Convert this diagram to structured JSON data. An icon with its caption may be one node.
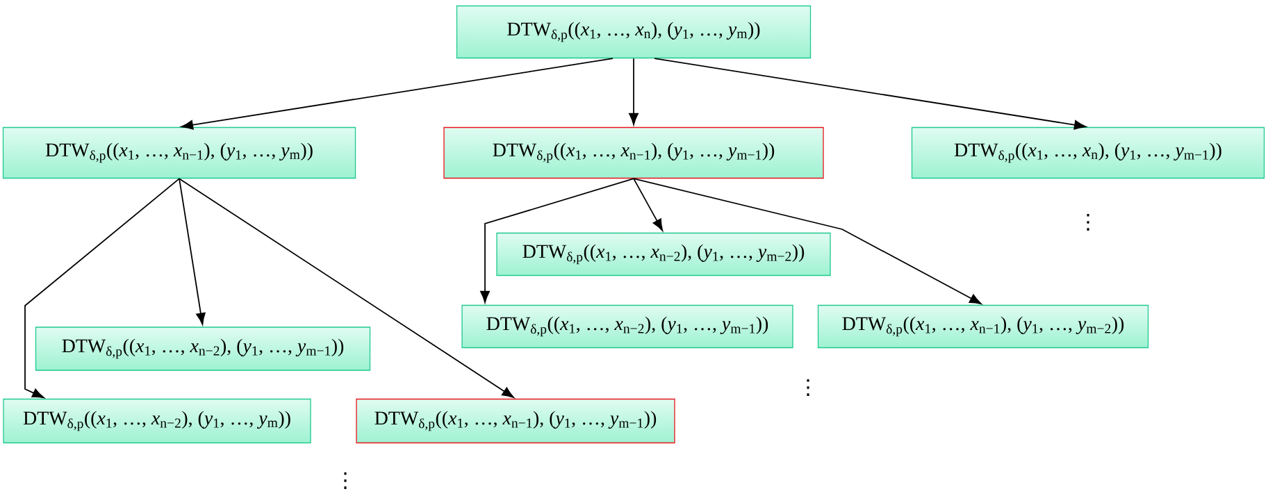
{
  "diagram": {
    "nodes": [
      {
        "text": [
          "DTW$_{δ,p}$((*x*$_{1}$, …, *x*$_{n}$), (*y*$_{1}$, …, *y*$_{m}$))"
        ]
      },
      {
        "text": [
          "DTW$_{δ,p}$((*x*$_{1}$, …, *x*$_{n−1}$), (*y*$_{1}$, …, *y*$_{m}$))"
        ]
      },
      {
        "text": [
          "DTW$_{δ,p}$((*x*$_{1}$, …, *x*$_{n−1}$), (*y*$_{1}$, …, *y*$_{m−1}$))"
        ]
      },
      {
        "text": [
          "DTW$_{δ,p}$((*x*$_{1}$, …, *x*$_{n}$), (*y*$_{1}$, …, *y*$_{m−1}$))"
        ]
      },
      {
        "text": [
          "DTW$_{δ,p}$((*x*$_{1}$, …, *x*$_{n−2}$), (*y*$_{1}$, …, *y*$_{m−2}$))"
        ]
      },
      {
        "text": [
          "DTW$_{δ,p}$((*x*$_{1}$, …, *x*$_{n−2}$), (*y*$_{1}$, …, *y*$_{m−1}$))"
        ]
      },
      {
        "text": [
          "DTW$_{δ,p}$((*x*$_{1}$, …, *x*$_{n−2}$), (*y*$_{1}$, …, *y*$_{m}$))"
        ]
      },
      {
        "text": [
          "DTW$_{δ,p}$((*x*$_{1}$, …, *x*$_{n−1}$), (*y*$_{1}$, …, *y*$_{m−1}$))"
        ]
      },
      {
        "text": [
          "DTW$_{δ,p}$((*x*$_{1}$, …, *x*$_{n−2}$), (*y*$_{1}$, …, *y*$_{m−1}$))"
        ]
      },
      {
        "text": [
          "DTW$_{δ,p}$((*x*$_{1}$, …, *x*$_{n−1}$), (*y*$_{1}$, …, *y*$_{m−2}$))"
        ]
      }
    ],
    "edges": [
      {
        "from": 0,
        "to": 1,
        "arrow": "to"
      },
      {
        "from": 0,
        "to": 2,
        "arrow": "to"
      },
      {
        "from": 0,
        "to": 3,
        "arrow": "to"
      },
      {
        "from": 1,
        "to": 5,
        "arrow": "to"
      },
      {
        "from": 1,
        "to": 6,
        "arrow": "to"
      },
      {
        "from": 1,
        "to": 7,
        "arrow": "to"
      },
      {
        "from": 2,
        "to": 4,
        "arrow": "to"
      },
      {
        "from": 2,
        "to": 8,
        "arrow": "to"
      },
      {
        "from": 2,
        "to": 9,
        "arrow": "to"
      }
    ],
    "labels": [
      "⋮",
      "⋮",
      "⋮"
    ]
  }
}
